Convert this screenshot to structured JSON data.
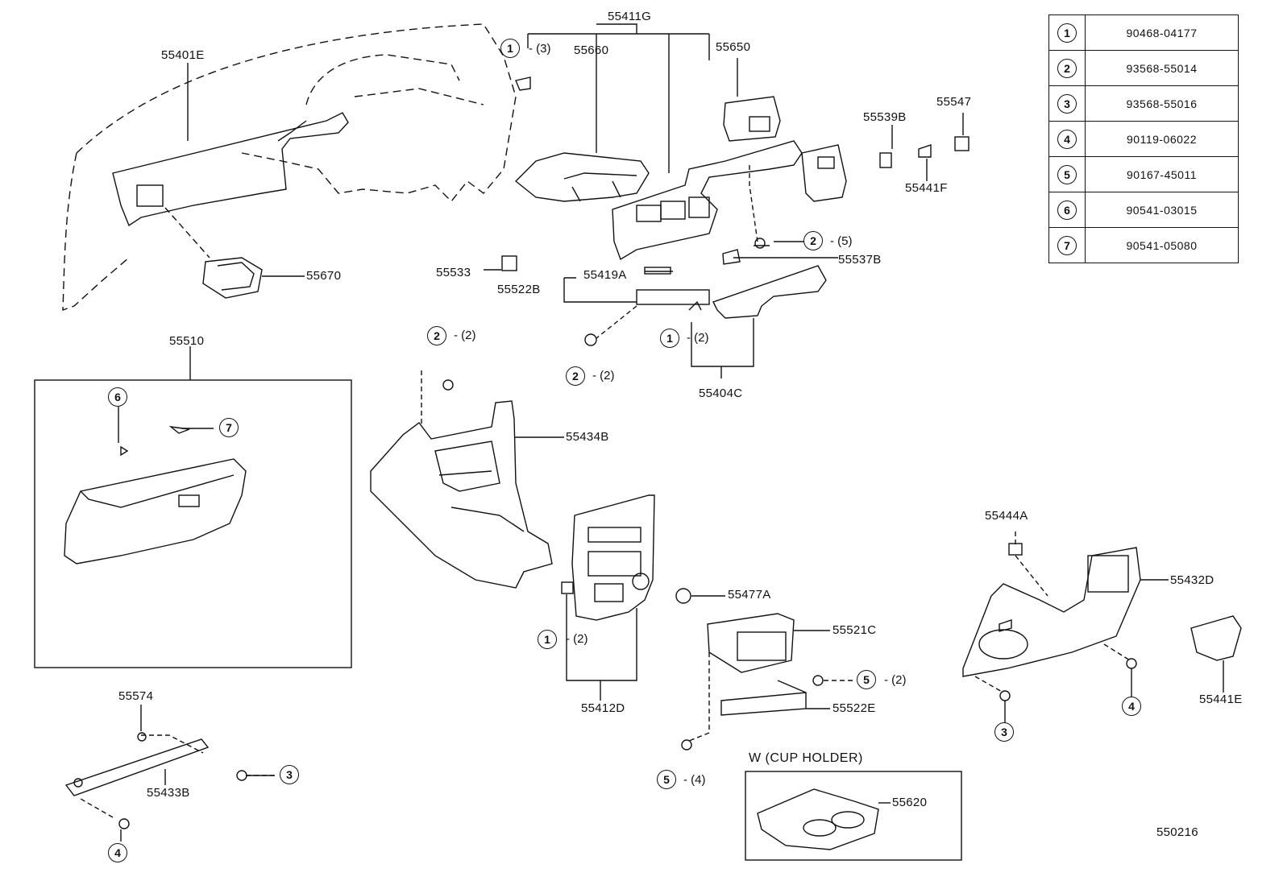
{
  "diagram_id": "550216",
  "labels": {
    "p55411G": "55411G",
    "p55401E": "55401E",
    "p55660": "55660",
    "p55650": "55650",
    "p55539B": "55539B",
    "p55547": "55547",
    "p55441F": "55441F",
    "p55670": "55670",
    "p55537B": "55537B",
    "p55533": "55533",
    "p55419A": "55419A",
    "p55522B": "55522B",
    "p55404C": "55404C",
    "p55510": "55510",
    "p55434B": "55434B",
    "p55477A": "55477A",
    "p55521C": "55521C",
    "p55522E": "55522E",
    "p55412D": "55412D",
    "p55444A": "55444A",
    "p55432D": "55432D",
    "p55441E": "55441E",
    "p55574": "55574",
    "p55433B": "55433B",
    "p55620": "55620"
  },
  "callouts": [
    {
      "ref": "1",
      "qty": "- (3)"
    },
    {
      "ref": "2",
      "qty": "- (5)"
    },
    {
      "ref": "1",
      "qty": "- (2)"
    },
    {
      "ref": "2",
      "qty": "- (2)"
    },
    {
      "ref": "2",
      "qty": "- (2)"
    },
    {
      "ref": "1",
      "qty": "- (2)"
    },
    {
      "ref": "5",
      "qty": "- (2)"
    },
    {
      "ref": "5",
      "qty": "- (4)"
    },
    {
      "ref": "6",
      "qty": ""
    },
    {
      "ref": "7",
      "qty": ""
    },
    {
      "ref": "3",
      "qty": ""
    },
    {
      "ref": "4",
      "qty": ""
    },
    {
      "ref": "3",
      "qty": ""
    },
    {
      "ref": "4",
      "qty": ""
    }
  ],
  "cup_holder_title": "W (CUP  HOLDER)",
  "legend": [
    {
      "ref": "1",
      "part": "90468-04177"
    },
    {
      "ref": "2",
      "part": "93568-55014"
    },
    {
      "ref": "3",
      "part": "93568-55016"
    },
    {
      "ref": "4",
      "part": "90119-06022"
    },
    {
      "ref": "5",
      "part": "90167-45011"
    },
    {
      "ref": "6",
      "part": "90541-03015"
    },
    {
      "ref": "7",
      "part": "90541-05080"
    }
  ]
}
